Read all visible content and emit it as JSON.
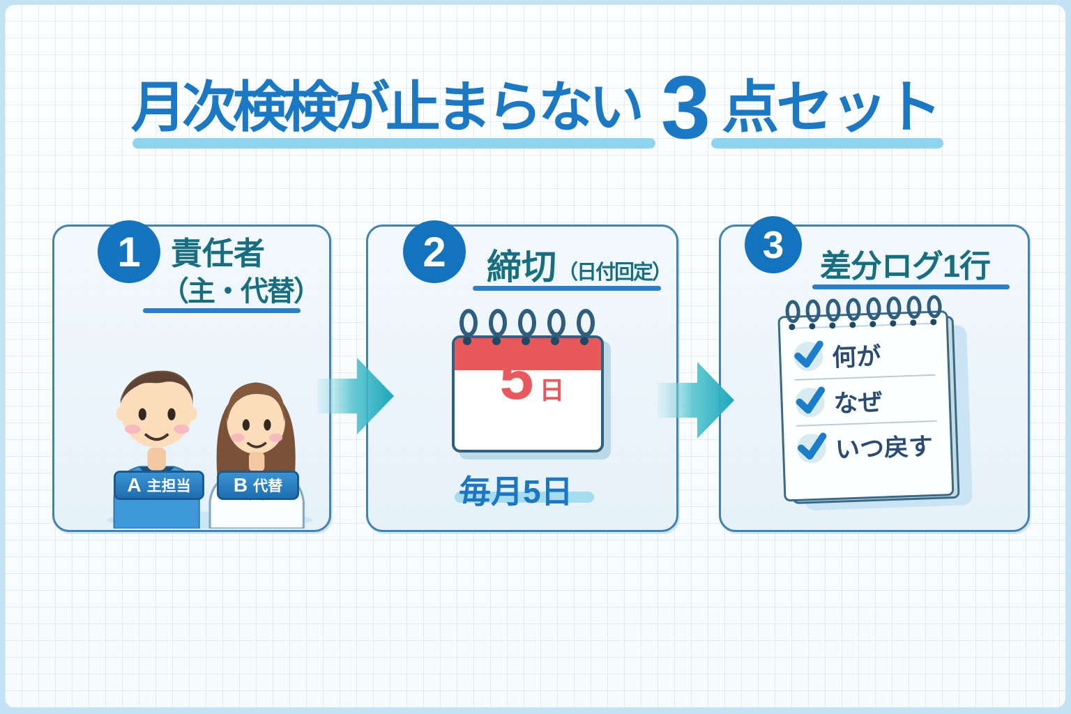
{
  "title": {
    "main": "月次検検が止まらない",
    "big_digit": "3",
    "suffix": "点セット"
  },
  "cards": [
    {
      "number": "1",
      "title": "責任者",
      "subtitle": "（主・代替）",
      "people": [
        {
          "tag": "A",
          "label": "主担当"
        },
        {
          "tag": "B",
          "label": "代替"
        }
      ]
    },
    {
      "number": "2",
      "title": "締切",
      "title_note": "（日付回定）",
      "calendar": {
        "day": "5",
        "unit": "日"
      },
      "caption": "毎月5日"
    },
    {
      "number": "3",
      "title": "差分ログ1行",
      "checklist": [
        "何が",
        "なぜ",
        "いつ戻す"
      ]
    }
  ],
  "colors": {
    "title_blue": "#1b78c4",
    "title_underline_light_blue": "#8fd3ec",
    "badge_blue": "#1373be",
    "card_border_blue": "#4383b2",
    "card_heading_teal": "#176e80",
    "heading_underline_blue": "#2b7fc7",
    "arrow_teal": "#1fa6ba",
    "calendar_header_red": "#e8585a",
    "calendar_day_red": "#e8585c",
    "caption_blue": "#1b76c4",
    "caption_highlight_blue": "#a6dcf2",
    "check_blue": "#1b7ecb",
    "checklist_text_navy": "#2a4c74",
    "name_plate_blue": "#2b85c8",
    "page_frame_blue": "#c3e2f4"
  }
}
